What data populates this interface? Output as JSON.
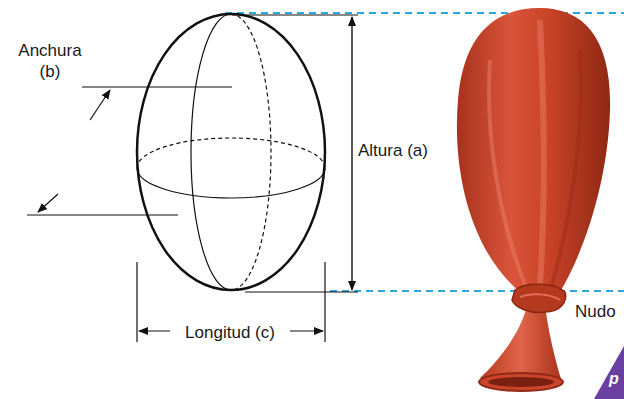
{
  "diagram": {
    "labels": [
      "Anchura (b)",
      "Altura (a)",
      "Longitud (c)",
      "Nudo",
      "p"
    ]
  }
}
